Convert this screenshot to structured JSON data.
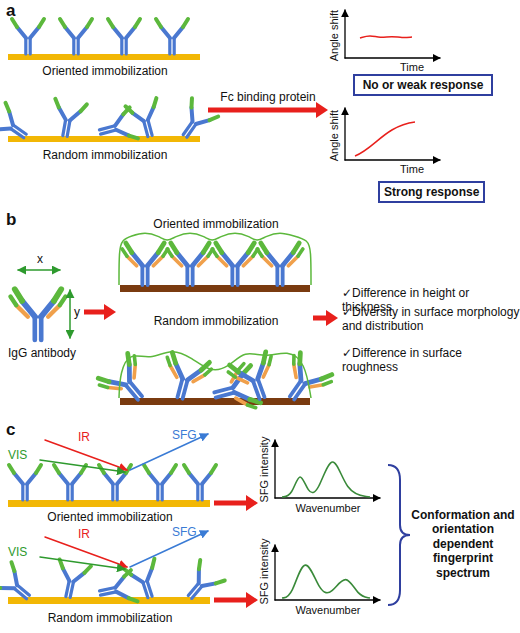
{
  "diagram": {
    "nodes": [
      {
        "text": [
          "No or weak response"
        ]
      },
      {
        "text": [
          "Strong response"
        ]
      }
    ],
    "labels": [
      "a",
      "Oriented immobilization",
      "Random immobilization",
      "Fc binding protein",
      "Angle shift",
      "Time",
      "Angle shift",
      "Time",
      "b",
      "x",
      "y",
      "IgG antibody",
      "Oriented immobilization",
      "Random immobilization",
      "✓Difference in height or thickness",
      "✓Diversity in surface morphology and distribution",
      "✓Difference in surface roughness",
      "c",
      "IR",
      "VIS",
      "SFG",
      "Oriented immobilization",
      "SFG intensity",
      "Wavenumber",
      "IR",
      "VIS",
      "SFG",
      "Random immobilization",
      "SFG intensity",
      "Wavenumber",
      "Conformation and orientation dependent fingerprint spectrum"
    ]
  }
}
